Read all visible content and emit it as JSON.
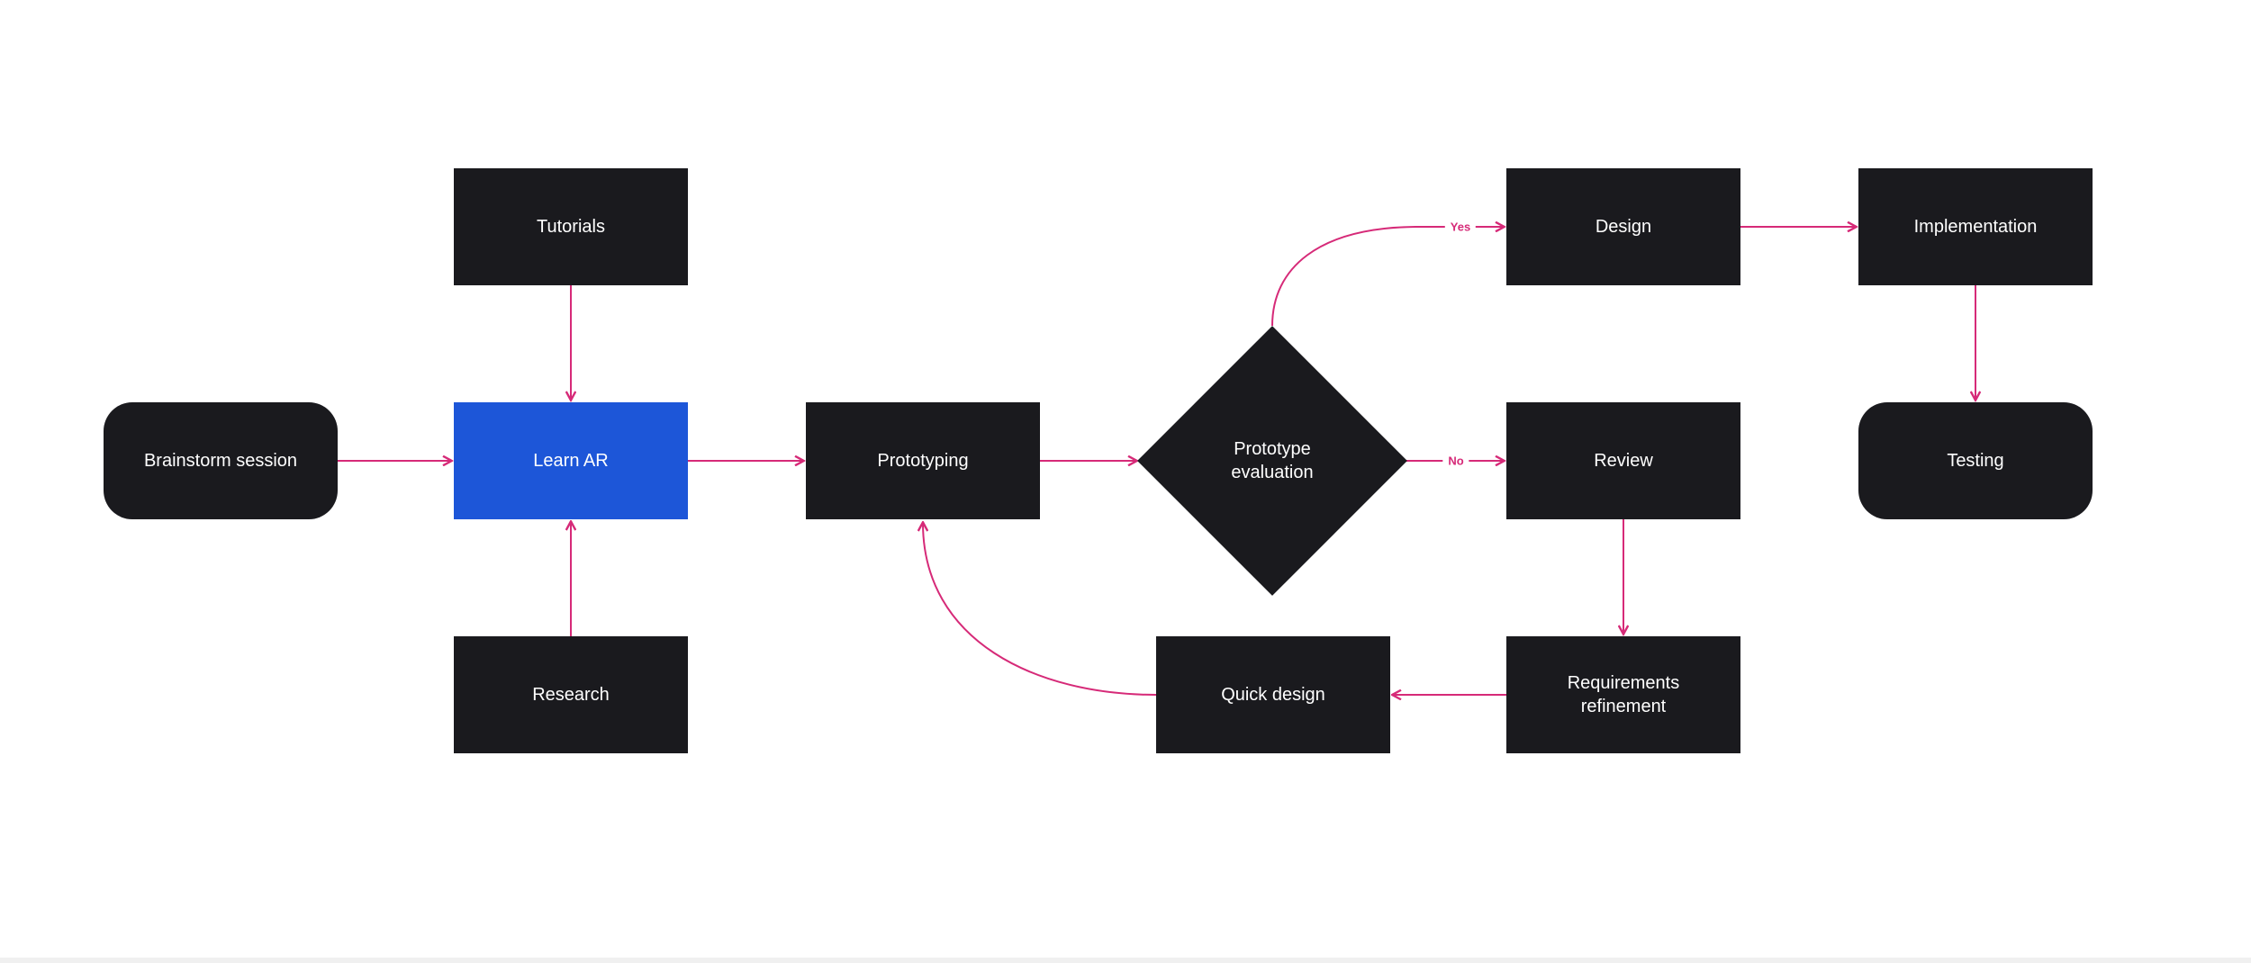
{
  "diagram": {
    "nodes": {
      "brainstorm": {
        "label": "Brainstorm session"
      },
      "tutorials": {
        "label": "Tutorials"
      },
      "learn_ar": {
        "label": "Learn AR"
      },
      "research": {
        "label": "Research"
      },
      "prototyping": {
        "label": "Prototyping"
      },
      "prototype_evaluation": {
        "label": "Prototype evaluation"
      },
      "design": {
        "label": "Design"
      },
      "implementation": {
        "label": "Implementation"
      },
      "review": {
        "label": "Review"
      },
      "testing": {
        "label": "Testing"
      },
      "quick_design": {
        "label": "Quick design"
      },
      "requirements_refinement": {
        "label": "Requirements refinement"
      }
    },
    "edge_labels": {
      "yes": "Yes",
      "no": "No"
    },
    "colors": {
      "background": "#ffffff",
      "node_fill": "#1a1a1e",
      "highlight_fill": "#1d56d8",
      "node_text": "#ffffff",
      "edge": "#d62a78",
      "bottom_strip": "#f0f0f0"
    }
  }
}
